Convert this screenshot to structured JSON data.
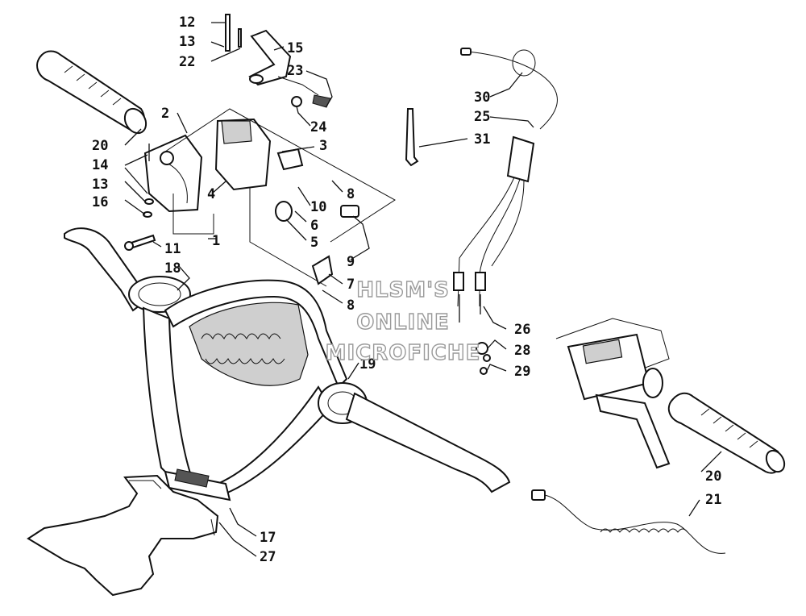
{
  "watermark": {
    "line1": "HLSM'S",
    "line2": "ONLINE",
    "line3": "MICROFICHE"
  },
  "callouts": [
    {
      "id": "c-12",
      "text": "12"
    },
    {
      "id": "c-13a",
      "text": "13"
    },
    {
      "id": "c-22",
      "text": "22"
    },
    {
      "id": "c-15",
      "text": "15"
    },
    {
      "id": "c-23",
      "text": "23"
    },
    {
      "id": "c-24",
      "text": "24"
    },
    {
      "id": "c-2",
      "text": "2"
    },
    {
      "id": "c-3",
      "text": "3"
    },
    {
      "id": "c-20a",
      "text": "20"
    },
    {
      "id": "c-14",
      "text": "14"
    },
    {
      "id": "c-13b",
      "text": "13"
    },
    {
      "id": "c-16",
      "text": "16"
    },
    {
      "id": "c-4",
      "text": "4"
    },
    {
      "id": "c-8a",
      "text": "8"
    },
    {
      "id": "c-10",
      "text": "10"
    },
    {
      "id": "c-6",
      "text": "6"
    },
    {
      "id": "c-5",
      "text": "5"
    },
    {
      "id": "c-1",
      "text": "1"
    },
    {
      "id": "c-11",
      "text": "11"
    },
    {
      "id": "c-9",
      "text": "9"
    },
    {
      "id": "c-18",
      "text": "18"
    },
    {
      "id": "c-7",
      "text": "7"
    },
    {
      "id": "c-8b",
      "text": "8"
    },
    {
      "id": "c-19",
      "text": "19"
    },
    {
      "id": "c-30",
      "text": "30"
    },
    {
      "id": "c-25",
      "text": "25"
    },
    {
      "id": "c-31",
      "text": "31"
    },
    {
      "id": "c-26",
      "text": "26"
    },
    {
      "id": "c-28",
      "text": "28"
    },
    {
      "id": "c-29",
      "text": "29"
    },
    {
      "id": "c-20b",
      "text": "20"
    },
    {
      "id": "c-21",
      "text": "21"
    },
    {
      "id": "c-17",
      "text": "17"
    },
    {
      "id": "c-27",
      "text": "27"
    }
  ]
}
